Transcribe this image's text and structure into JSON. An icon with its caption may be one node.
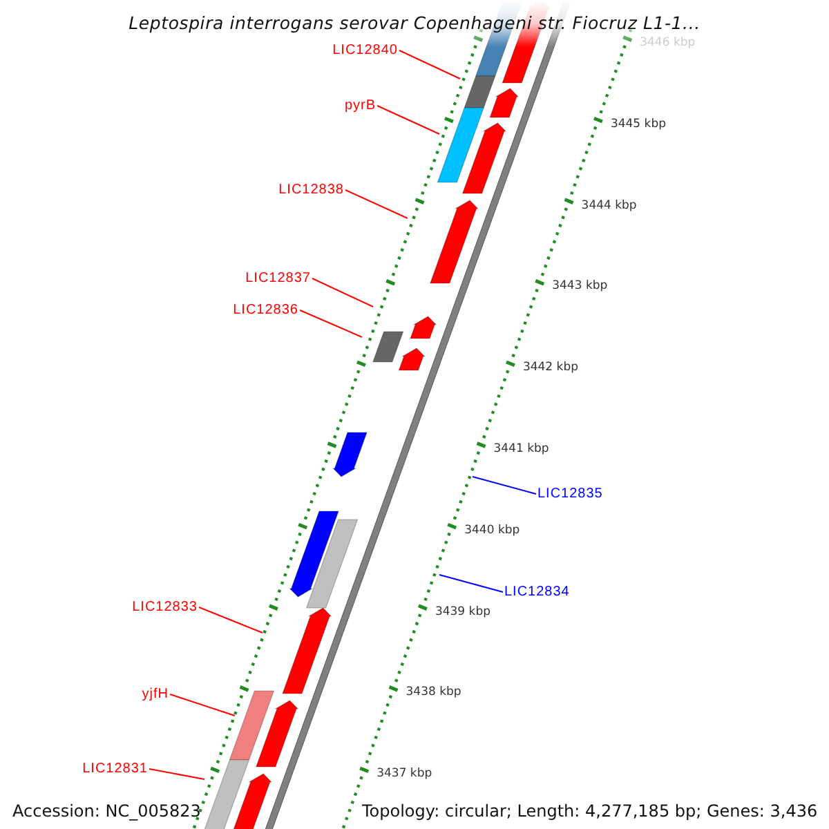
{
  "diagram": {
    "title": "Leptospira interrogans serovar Copenhageni str. Fiocruz L1-1...",
    "nodes": [
      {
        "text": [
          "LIC12840"
        ]
      },
      {
        "text": [
          "pyrB"
        ]
      },
      {
        "text": [
          "LIC12838"
        ]
      },
      {
        "text": [
          "LIC12837"
        ]
      },
      {
        "text": [
          "LIC12836"
        ]
      },
      {
        "text": [
          "LIC12835"
        ]
      },
      {
        "text": [
          "LIC12834"
        ]
      },
      {
        "text": [
          "LIC12833"
        ]
      },
      {
        "text": [
          "yjfH"
        ]
      },
      {
        "text": [
          "LIC12831"
        ]
      }
    ],
    "edges": [
      {
        "from": 0,
        "to": null,
        "arrow": "none"
      },
      {
        "from": 1,
        "to": null,
        "arrow": "none"
      },
      {
        "from": 2,
        "to": null,
        "arrow": "none"
      },
      {
        "from": 3,
        "to": null,
        "arrow": "none"
      },
      {
        "from": 4,
        "to": null,
        "arrow": "none"
      },
      {
        "from": 5,
        "to": null,
        "arrow": "none",
        "color": "#0000ff"
      },
      {
        "from": 6,
        "to": null,
        "arrow": "none",
        "color": "#0000ff"
      },
      {
        "from": 7,
        "to": null,
        "arrow": "none"
      },
      {
        "from": 8,
        "to": null,
        "arrow": "none"
      },
      {
        "from": 9,
        "to": null,
        "arrow": "none"
      }
    ],
    "labels": [
      "3446 kbp",
      "3445 kbp",
      "3444 kbp",
      "3443 kbp",
      "3442 kbp",
      "3441 kbp",
      "3440 kbp",
      "3439 kbp",
      "3438 kbp",
      "3437 kbp",
      "Accession: NC_005823",
      "Topology: circular; Length: 4,277,185 bp; Genes: 3,436"
    ]
  }
}
